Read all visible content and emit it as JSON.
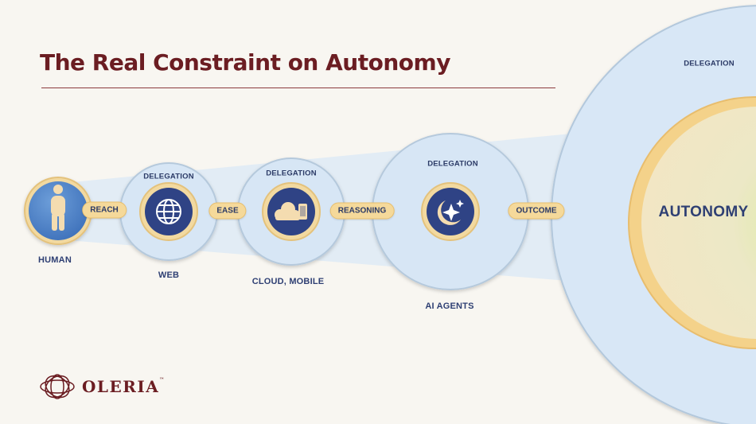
{
  "title": "The Real Constraint on Autonomy",
  "stages": [
    {
      "name": "HUMAN",
      "icon": "person-icon"
    },
    {
      "name": "WEB",
      "delegation": "DELEGATION",
      "icon": "globe-icon"
    },
    {
      "name": "CLOUD, MOBILE",
      "delegation": "DELEGATION",
      "icon": "cloud-mobile-icon"
    },
    {
      "name": "AI AGENTS",
      "delegation": "DELEGATION",
      "icon": "sparkle-moon-icon"
    }
  ],
  "connectors": [
    "REACH",
    "EASE",
    "REASONING",
    "OUTCOME"
  ],
  "outer": {
    "delegation": "DELEGATION",
    "center": "AUTONOMY"
  },
  "logo": {
    "text": "OLERIA",
    "tm": "™",
    "icon": "oleria-knot-icon"
  },
  "colors": {
    "title": "#6b1d22",
    "navy": "#2e3f73",
    "icon_fill": "#2f4385",
    "pill": "#f5d99a",
    "gold_ring": "#f0c97a",
    "bubble": "#d8e7f6"
  }
}
